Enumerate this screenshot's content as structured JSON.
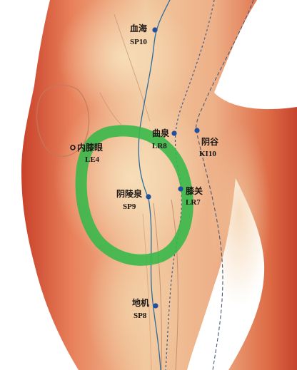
{
  "points": [
    {
      "id": "sp10",
      "name": "血海",
      "code": "SP10"
    },
    {
      "id": "lr8",
      "name": "曲泉",
      "code": "LR8"
    },
    {
      "id": "ki10",
      "name": "阴谷",
      "code": "KI10"
    },
    {
      "id": "le4",
      "name": "内膝眼",
      "code": "LE4"
    },
    {
      "id": "sp9",
      "name": "阴陵泉",
      "code": "SP9"
    },
    {
      "id": "lr7",
      "name": "膝关",
      "code": "LR7"
    },
    {
      "id": "sp8",
      "name": "地机",
      "code": "SP8"
    }
  ],
  "colors": {
    "skin_light": "#f4d7ae",
    "skin_mid": "#e9a27a",
    "skin_dark": "#cf4a30",
    "background": "#ffffff",
    "highlight_ring": "#38b84a",
    "point_marker": "#1f4f9e",
    "spleen_meridian": "#2f6c9a",
    "liver_meridian": "#3a5f8c",
    "kidney_meridian": "#4a5a78"
  }
}
